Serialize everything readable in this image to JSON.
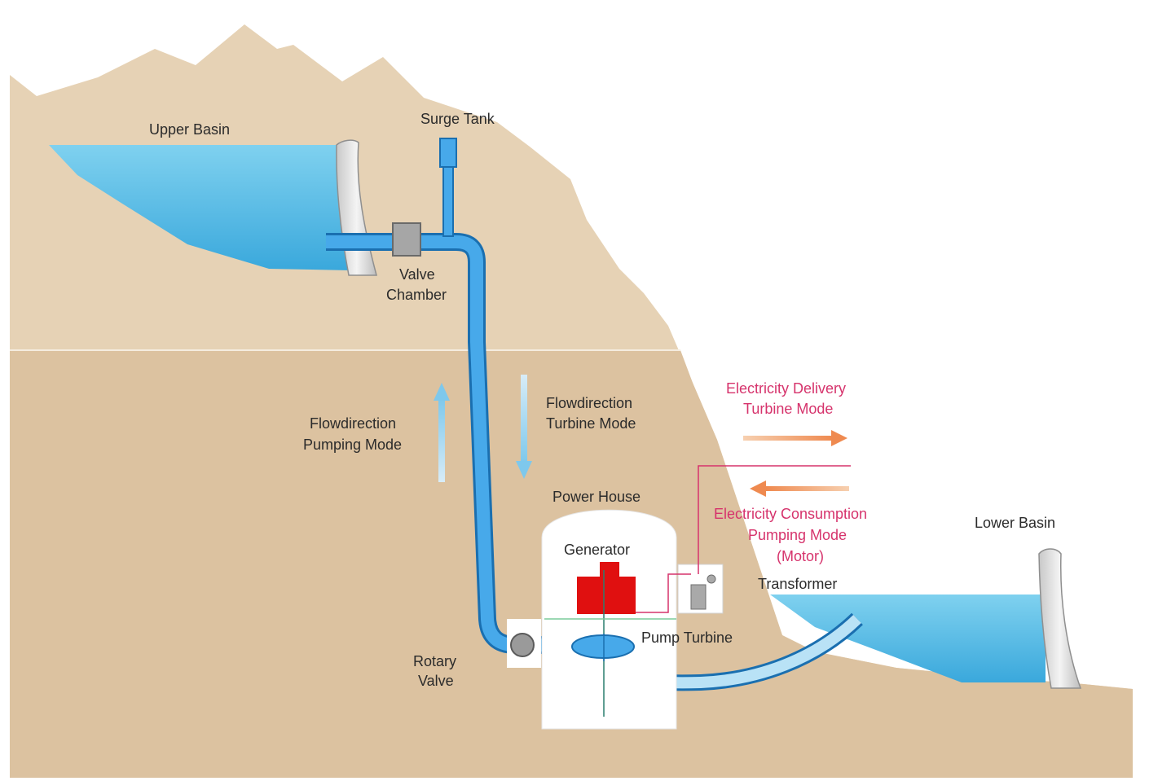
{
  "labels": {
    "upper_basin": "Upper Basin",
    "surge_tank": "Surge Tank",
    "valve_chamber_line1": "Valve",
    "valve_chamber_line2": "Chamber",
    "flow_pumping_line1": "Flowdirection",
    "flow_pumping_line2": "Pumping Mode",
    "flow_turbine_line1": "Flowdirection",
    "flow_turbine_line2": "Turbine Mode",
    "power_house": "Power House",
    "generator": "Generator",
    "pump_turbine": "Pump Turbine",
    "rotary_valve_line1": "Rotary",
    "rotary_valve_line2": "Valve",
    "transformer": "Transformer",
    "lower_basin": "Lower Basin",
    "delivery_line1": "Electricity Delivery",
    "delivery_line2": "Turbine Mode",
    "consumption_line1": "Electricity Consumption",
    "consumption_line2": "Pumping Mode",
    "consumption_line3": "(Motor)"
  },
  "colors": {
    "mountain": "#e8d5ba",
    "mountain_dark": "#dcc3a2",
    "water": "#5bc0e6",
    "pipe": "#2f8fd6",
    "generator": "#e01010",
    "electric_text": "#d6336c",
    "power_arrow": "#f0a070"
  }
}
